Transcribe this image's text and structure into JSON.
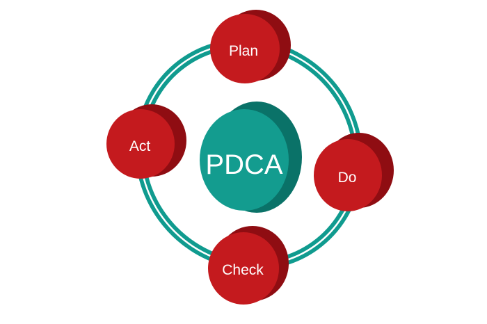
{
  "diagram": {
    "center_label": "PDCA",
    "stages": {
      "plan": "Plan",
      "do": "Do",
      "check": "Check",
      "act": "Act"
    }
  },
  "colors": {
    "ring": "#109b8f",
    "ring_highlight": "#ffffff",
    "center_face": "#139c8f",
    "center_side": "#0a7268",
    "node_face": "#c41a1e",
    "node_side": "#8f0d12",
    "label": "#ffffff"
  }
}
